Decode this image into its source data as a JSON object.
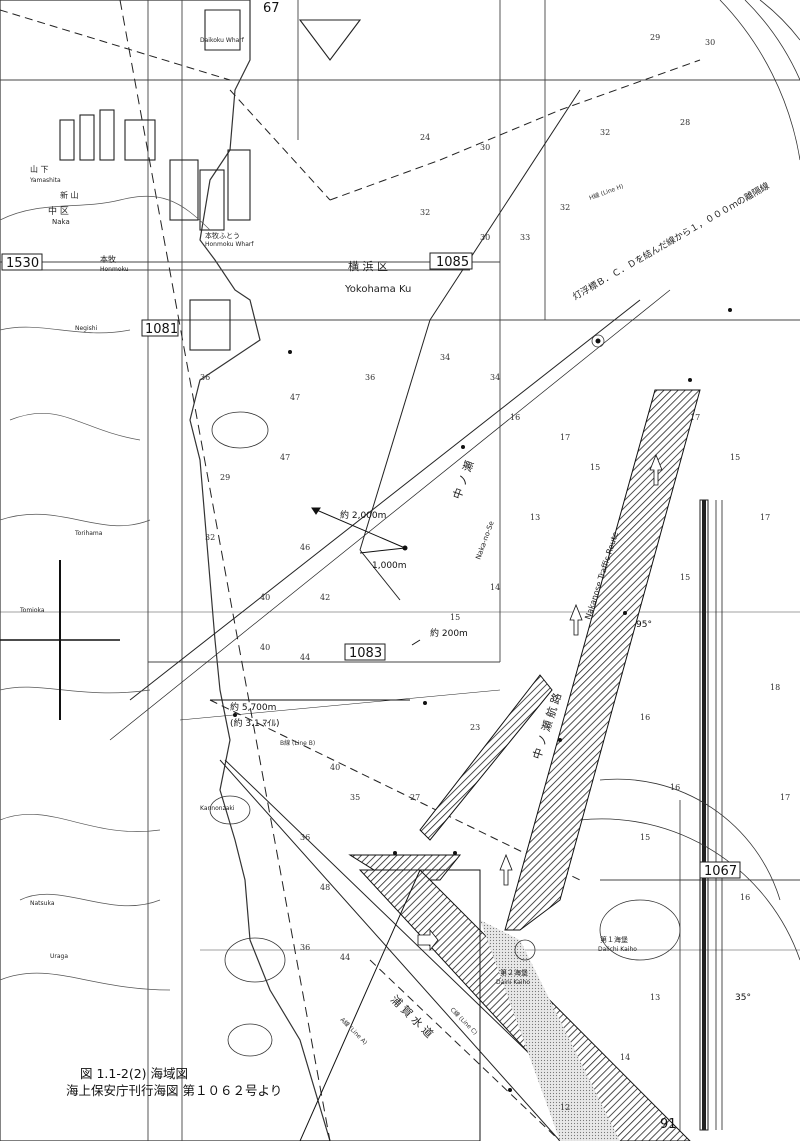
{
  "sheets": [
    "1530",
    "1085",
    "1081",
    "1083",
    "1067",
    "91",
    "67"
  ],
  "places": {
    "naka_ku_jp": "中 区",
    "naka_ku_romaji": "Naka",
    "yamashita": "山 下",
    "yamashita_romaji": "Yamashita",
    "honmoku": "本牧",
    "honmoku_romaji": "Honmoku",
    "yokohama_ku_jp": "横 浜 区",
    "yokohama_ku_romaji": "Yokohama Ku",
    "daikoku_wharf": "Daikoku Wharf",
    "honmoku_wharf": "Honmoku Wharf",
    "honmoku_wharf_jp": "本牧ふとう",
    "torihama": "Torihama",
    "negishi": "Negishi",
    "tomioka": "Tomioka",
    "natsuka": "Natsuka",
    "uraga": "Uraga",
    "yanaka_jp": "新 山",
    "kannon": "Kannonzaki",
    "daiichi_kaiho": "Daiichi Kaiho",
    "daiichi_kaiho_jp": "第１海堡",
    "daini_kaiho": "Daini Kaiho",
    "daini_kaiho_jp": "第２海堡",
    "nakanose": "中 ノ 瀬",
    "nakanose_romaji": "Naka-no-Se",
    "traffic_route": "Nakanose Traffic Route",
    "traffic_route_jp": "中 ノ 瀬 航 路",
    "uraga_channel_jp": "浦 賀 水 道"
  },
  "annotations": {
    "limit_line": "灯浮標Ｂ．Ｃ．Ｄを結んだ線から１，０００ｍの離隔線",
    "dist_2000": "約 2,000m",
    "dist_1000": "1,000m",
    "dist_200": "約 200m",
    "dist_5700": "約 5,700m",
    "dist_nm": "(約 3.1 ﾏｲﾙ)",
    "line_b": "B線 (Line B)",
    "line_h": "H線 (Line H)",
    "line_a": "A線 (Line A)",
    "line_c": "C線 (Line C)",
    "angle_95": "95°",
    "angle_35": "35°"
  },
  "caption": {
    "figure": "図  1.1-2(2)   海域図",
    "source": "海上保安庁刊行海図   第１０６２号より"
  }
}
